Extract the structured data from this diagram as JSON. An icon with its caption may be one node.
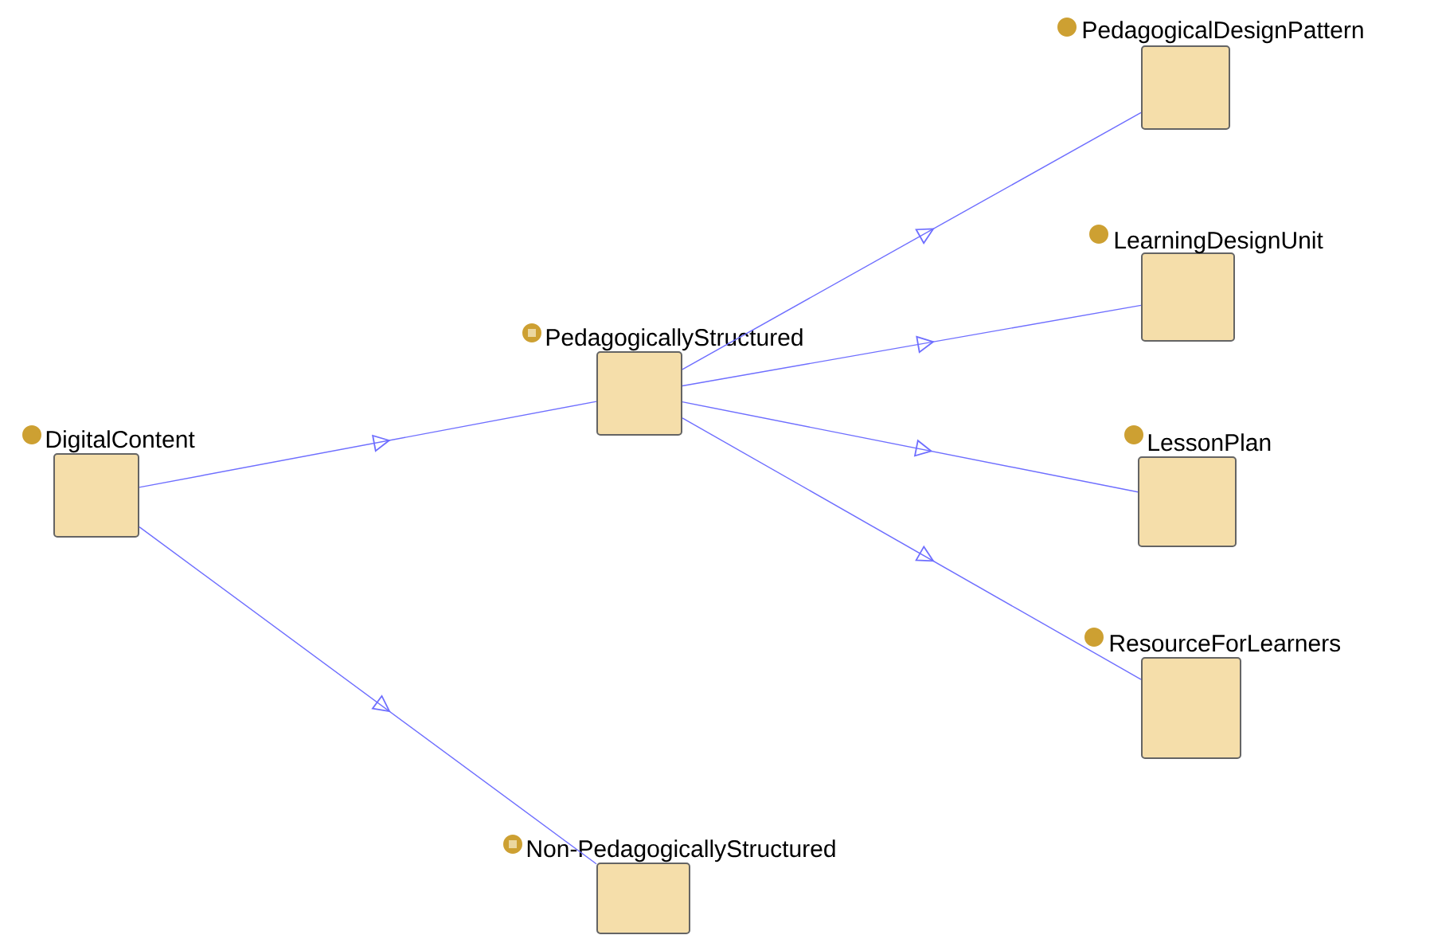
{
  "diagram": {
    "nodes": [
      {
        "text": [
          "DigitalContent"
        ]
      },
      {
        "text": [
          "PedagogicallyStructured"
        ]
      },
      {
        "text": [
          "PedagogicalDesignPattern"
        ]
      },
      {
        "text": [
          "LearningDesignUnit"
        ]
      },
      {
        "text": [
          "LessonPlan"
        ]
      },
      {
        "text": [
          "ResourceForLearners"
        ]
      },
      {
        "text": [
          "Non-PedagogicallyStructured"
        ]
      }
    ],
    "edges": [
      {
        "from": 0,
        "to": 1,
        "arrow": "to"
      },
      {
        "from": 0,
        "to": 6,
        "arrow": "to"
      },
      {
        "from": 1,
        "to": 2,
        "arrow": "to"
      },
      {
        "from": 1,
        "to": 3,
        "arrow": "to"
      },
      {
        "from": 1,
        "to": 4,
        "arrow": "to"
      },
      {
        "from": 1,
        "to": 5,
        "arrow": "to"
      }
    ]
  }
}
